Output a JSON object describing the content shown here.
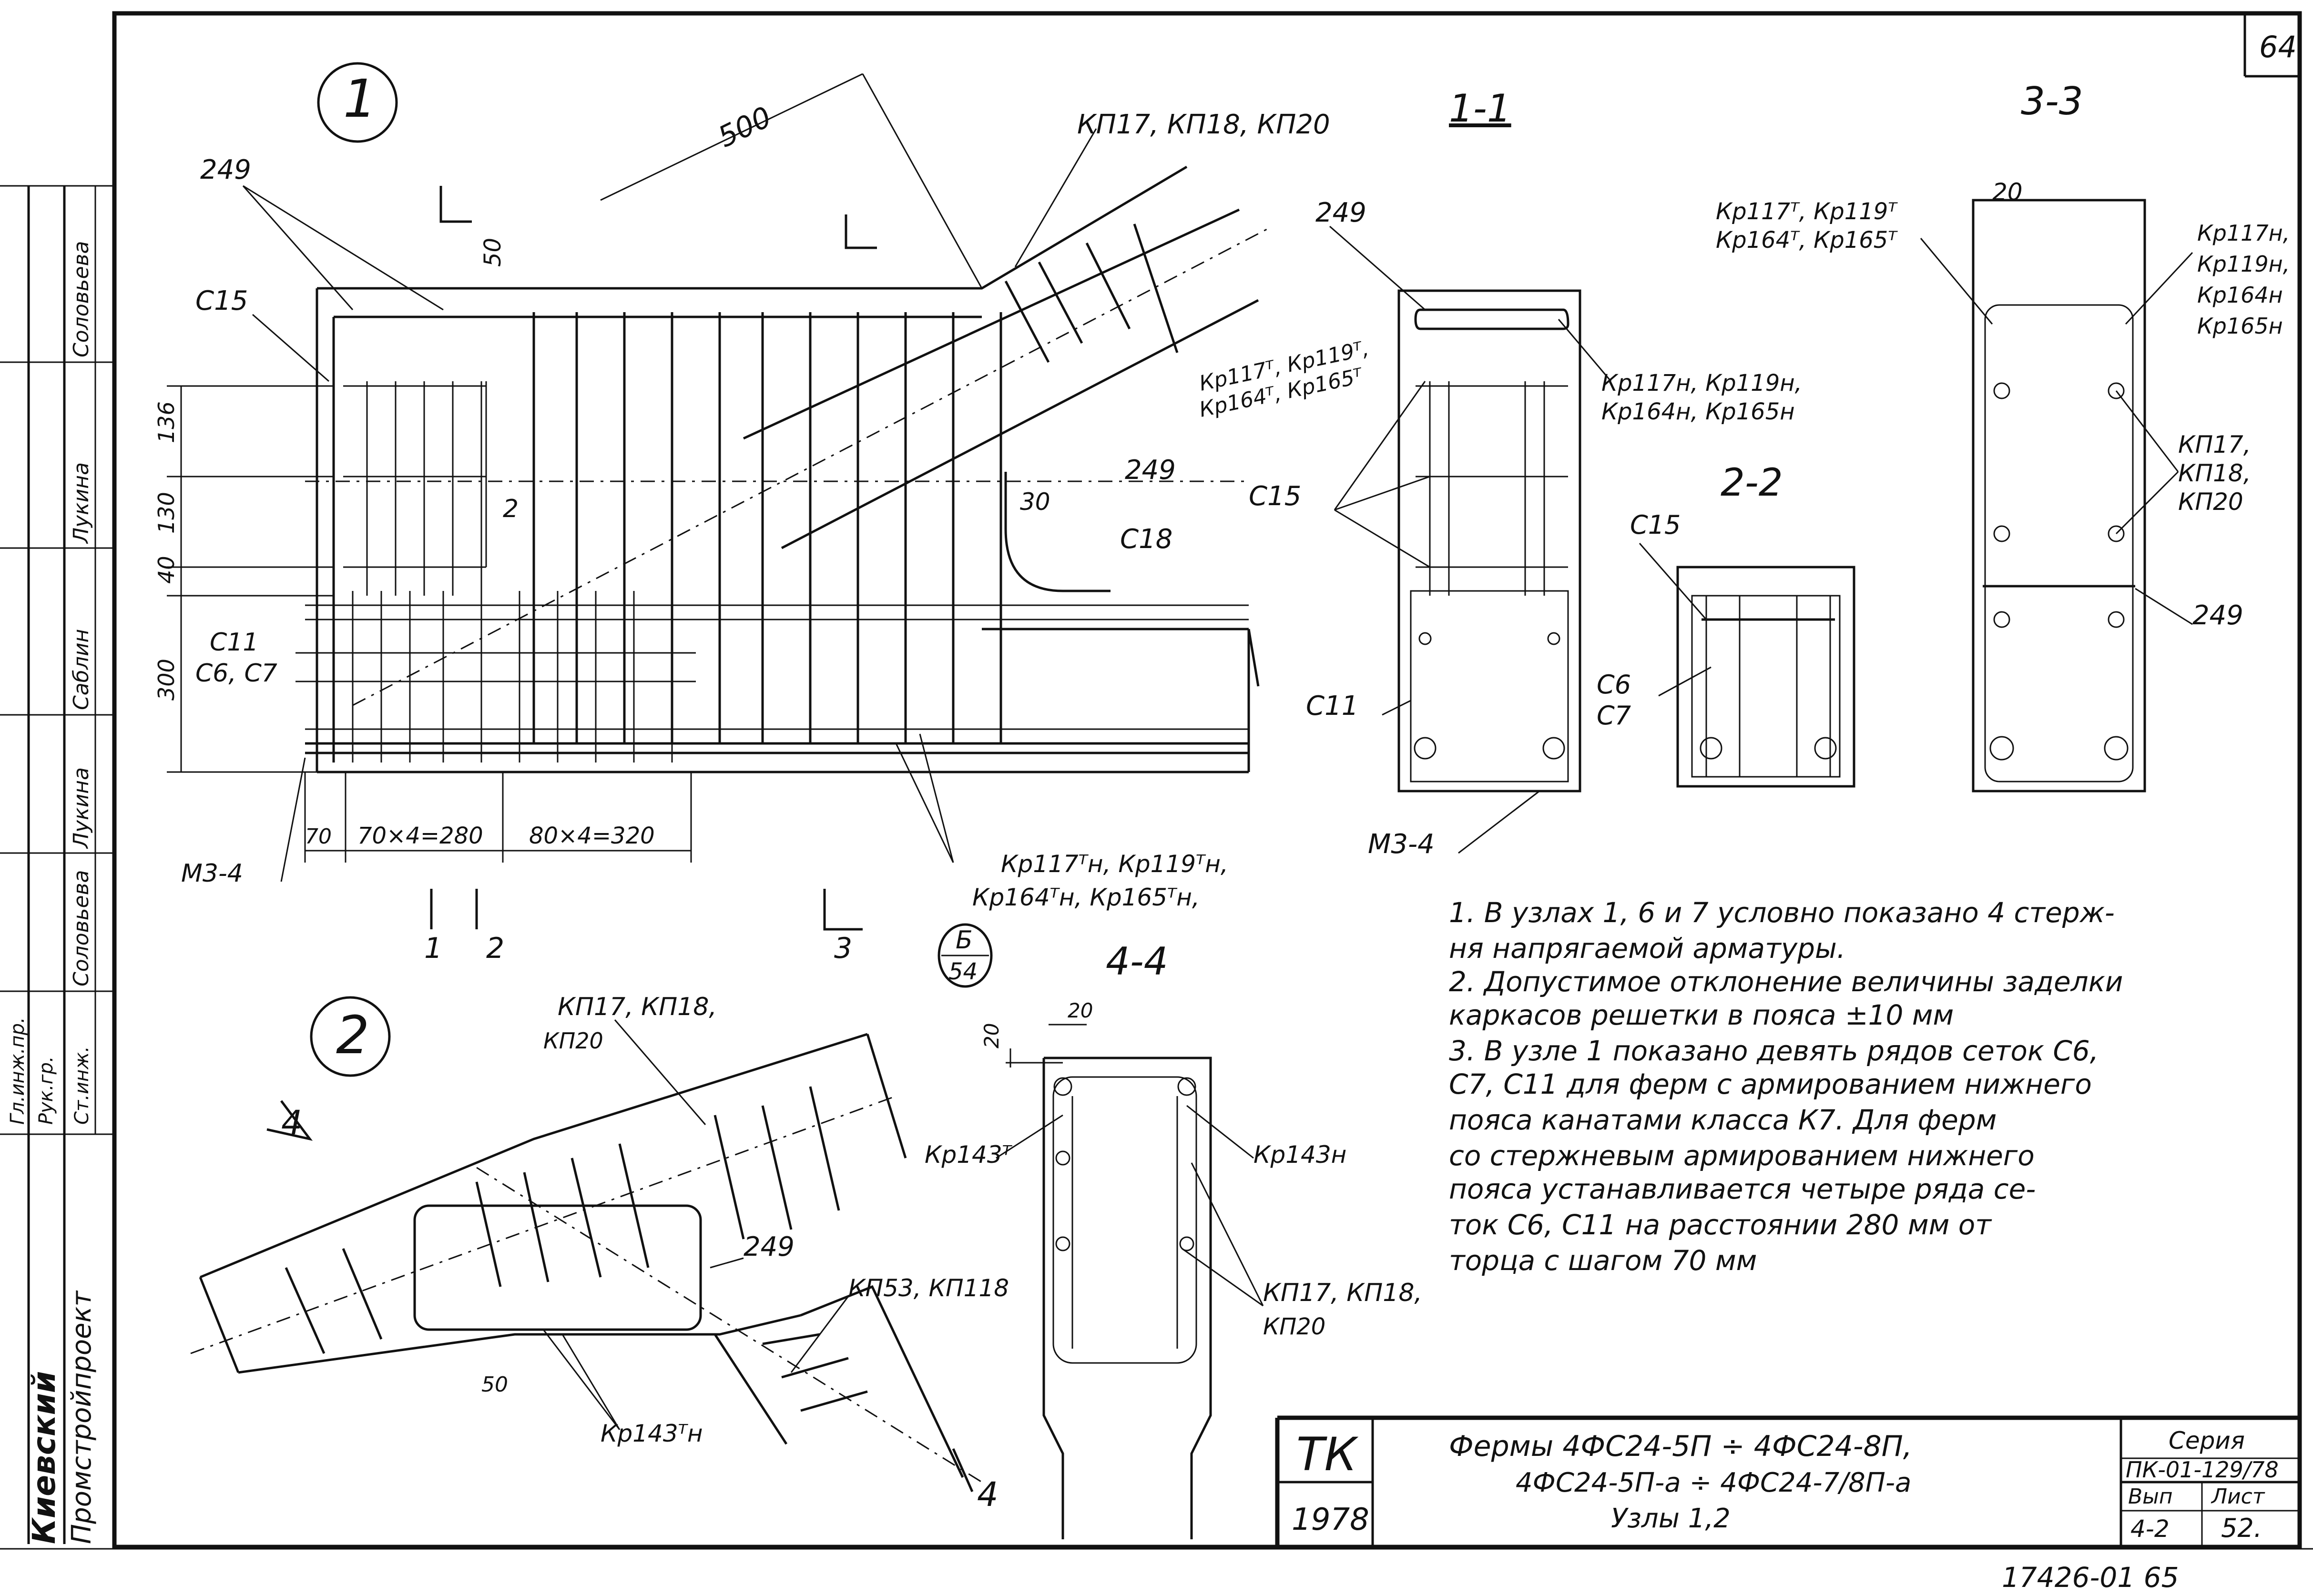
{
  "sheet": {
    "page_number": "64",
    "bottom_code": "17426-01  65"
  },
  "side_stamp": {
    "org_line1": "Киевский",
    "org_line2": "Промстройпроект",
    "rows": [
      {
        "role": "Гл.инж.пр.",
        "name": "Саблин"
      },
      {
        "role": "Рук.гр.",
        "name": "Лукина"
      },
      {
        "role": "Ст.инж.",
        "name": "Соловьева"
      },
      {
        "role": "",
        "name": "Лукина"
      },
      {
        "role": "",
        "name": "Соловьева"
      }
    ]
  },
  "title_block": {
    "tk": "ТК",
    "year": "1978",
    "title_line1": "Фермы  4ФС24-5П ÷ 4ФС24-8П,",
    "title_line2": "4ФС24-5П-а ÷ 4ФС24-7/8П-а",
    "title_line3": "Узлы 1,2",
    "series_label": "Серия",
    "series_value": "ПК-01-129/78",
    "vyp_label": "Вып",
    "vyp_value": "4-2",
    "list_label": "Лист",
    "list_value": "52."
  },
  "node1": {
    "number": "1",
    "labels": {
      "dim_500": "500",
      "kp_top": "КП17, КП18, КП20",
      "n249_tl": "249",
      "n50": "50",
      "c15": "С15",
      "d136": "136",
      "d130": "130",
      "d40": "40",
      "d300": "300",
      "kp_mid_1": "Кр117ᵀ, Кр119ᵀ,",
      "kp_mid_2": "Кр164ᵀ, Кр165ᵀ",
      "n249_r": "249",
      "n30": "30",
      "n2": "2",
      "c18": "С18",
      "c11": "С11",
      "c6c7": "С6, С7",
      "d70": "70",
      "d280": "70×4=280",
      "d320": "80×4=320",
      "m34": "М3-4",
      "kp_bot_1": "Кр117ᵀн, Кр119ᵀн,",
      "kp_bot_2": "Кр164ᵀн, Кр165ᵀн,",
      "cut1": "1",
      "cut2": "2",
      "cut3": "3"
    }
  },
  "section_1_1": {
    "title": "1-1",
    "n249": "249",
    "kp_right_1": "Кр117н, Кр119н,",
    "kp_right_2": "Кр164н, Кр165н",
    "c15": "С15",
    "c11": "С11",
    "m34": "М3-4"
  },
  "section_2_2": {
    "title": "2-2",
    "c15": "С15",
    "c6": "С6",
    "c7": "С7"
  },
  "section_3_3": {
    "title": "3-3",
    "d20": "20",
    "kp_left_1": "Кр117ᵀ, Кр119ᵀ",
    "kp_left_2": "Кр164ᵀ, Кр165ᵀ",
    "kp_right": [
      "Кр117н,",
      "Кр119н,",
      "Кр164н",
      "Кр165н"
    ],
    "kp_mid": [
      "КП17,",
      "КП18,",
      "КП20"
    ],
    "n249": "249"
  },
  "section_4_4": {
    "title": "4-4",
    "ref_top": "Б",
    "ref_bot": "54",
    "d20a": "20",
    "d20b": "20",
    "kp143t": "Кр143ᵀ",
    "kp143n": "Кр143н",
    "kp_r1": "КП17, КП18,",
    "kp_r2": "КП20"
  },
  "node2": {
    "number": "2",
    "kp_top_1": "КП17, КП18,",
    "kp_top_2": "КП20",
    "n249": "249",
    "kp53": "КП53, КП118",
    "n50": "50",
    "kp143": "Кр143ᵀн",
    "cut4a": "4",
    "cut4b": "4"
  },
  "notes": [
    "1. В узлах  1, 6 и 7 условно показано 4 стерж-",
    "ня  напрягаемой  арматуры.",
    "2. Допустимое  отклонение  величины  заделки",
    "каркасов решетки  в пояса  ±10 мм",
    "3. В узле 1 показано  девять рядов  сеток С6,",
    "С7, С11  для  ферм  с армированием  нижнего",
    "пояса  канатами  класса  К7.  Для  ферм",
    "со  стержневым  армированием  нижнего",
    "пояса  устанавливается  четыре  ряда  се-",
    "ток  С6,  С11   на  расстоянии  280 мм  от",
    "торца  с  шагом  70 мм"
  ]
}
